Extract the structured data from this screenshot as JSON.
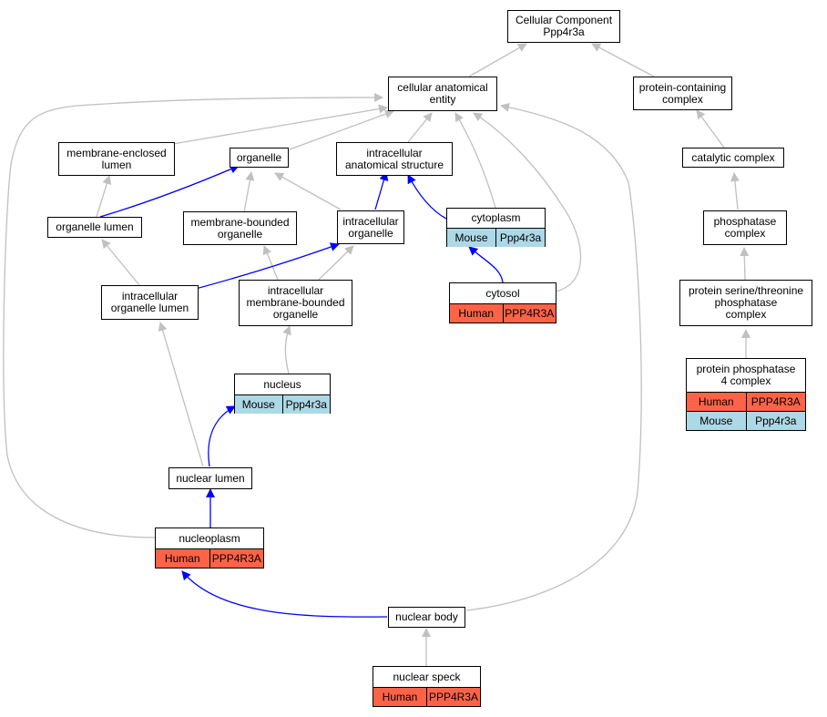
{
  "colors": {
    "is_a_edge": "#c0c0c0",
    "part_of_edge": "#0000ff",
    "human": "#ff6347",
    "mouse": "#add8e6"
  },
  "nodes": {
    "root": {
      "line1": "Cellular Component",
      "line2": "Ppp4r3a"
    },
    "cae": {
      "line1": "cellular anatomical",
      "line2": "entity"
    },
    "pcc": {
      "line1": "protein-containing",
      "line2": "complex"
    },
    "mel": {
      "line1": "membrane-enclosed",
      "line2": "lumen"
    },
    "organelle": {
      "line1": "organelle"
    },
    "ias": {
      "line1": "intracellular",
      "line2": "anatomical structure"
    },
    "catalytic": {
      "line1": "catalytic complex"
    },
    "olumen": {
      "line1": "organelle lumen"
    },
    "mbo": {
      "line1": "membrane-bounded",
      "line2": "organelle"
    },
    "iorg": {
      "line1": "intracellular",
      "line2": "organelle"
    },
    "cytoplasm": {
      "line1": "cytoplasm",
      "species": "Mouse",
      "gene": "Ppp4r3a"
    },
    "phosphatase": {
      "line1": "phosphatase",
      "line2": "complex"
    },
    "iol": {
      "line1": "intracellular",
      "line2": "organelle lumen"
    },
    "imbo": {
      "line1": "intracellular",
      "line2": "membrane-bounded",
      "line3": "organelle"
    },
    "cytosol": {
      "line1": "cytosol",
      "species": "Human",
      "gene": "PPP4R3A"
    },
    "pstp": {
      "line1": "protein serine/threonine",
      "line2": "phosphatase",
      "line3": "complex"
    },
    "nucleus": {
      "line1": "nucleus",
      "species": "Mouse",
      "gene": "Ppp4r3a"
    },
    "pp4": {
      "line1": "protein phosphatase",
      "line2": "4 complex",
      "species1": "Human",
      "gene1": "PPP4R3A",
      "species2": "Mouse",
      "gene2": "Ppp4r3a"
    },
    "nlumen": {
      "line1": "nuclear lumen"
    },
    "nucleoplasm": {
      "line1": "nucleoplasm",
      "species": "Human",
      "gene": "PPP4R3A"
    },
    "nbody": {
      "line1": "nuclear body"
    },
    "nspeck": {
      "line1": "nuclear speck",
      "species": "Human",
      "gene": "PPP4R3A"
    }
  }
}
